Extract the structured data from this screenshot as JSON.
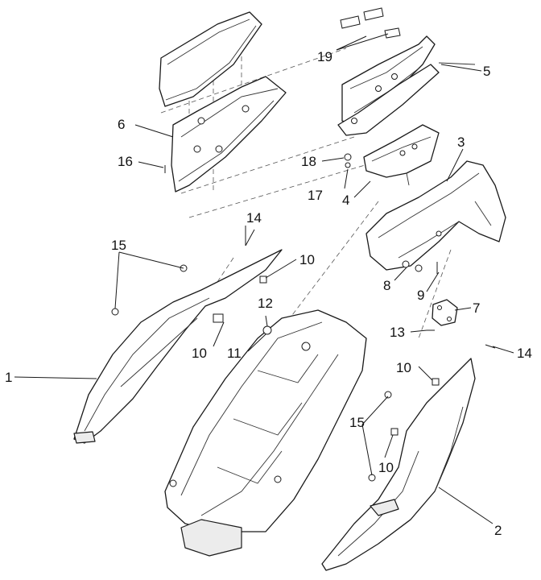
{
  "callouts": {
    "c1": "1",
    "c2": "2",
    "c3": "3",
    "c4": "4",
    "c5": "5",
    "c6": "6",
    "c7": "7",
    "c8": "8",
    "c9": "9",
    "c10a": "10",
    "c10b": "10",
    "c10c": "10",
    "c10d": "10",
    "c11": "11",
    "c12": "12",
    "c13": "13",
    "c14a": "14",
    "c14b": "14",
    "c15a": "15",
    "c15b": "15",
    "c16": "16",
    "c17": "17",
    "c18": "18",
    "c19": "19"
  }
}
